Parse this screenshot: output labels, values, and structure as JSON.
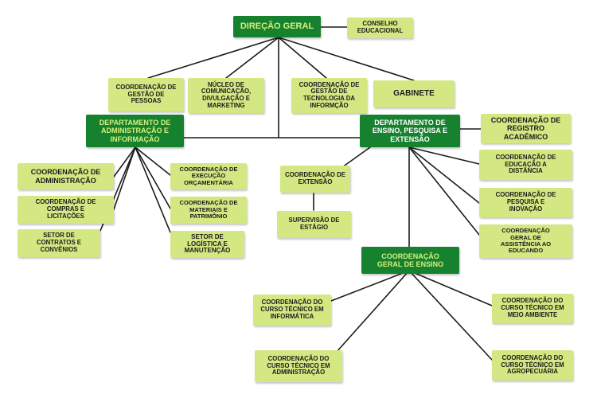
{
  "colors": {
    "dark_green": "#16812f",
    "light_green": "#d3e882",
    "connector": "#1b1b1b",
    "dark_text_yellow": "#d6f07a"
  },
  "nodes": {
    "direcao_geral": "DIREÇÃO GERAL",
    "conselho_educacional": "CONSELHO\nEDUCACIONAL",
    "coord_gestao_pessoas": "COORDENAÇÃO DE\nGESTÃO DE\nPESSOAS",
    "nucleo_comunicacao": "NÚCLEO DE\nCOMUNICAÇÃO,\nDIVULGAÇÃO E\nMARKETING",
    "coord_gestao_ti": "COORDENAÇÃO DE\nGESTÃO DE\nTECNOLOGIA DA\nINFORMÇÃO",
    "gabinete": "GABINETE",
    "dep_administracao": "DEPARTAMENTO DE\nADMINISTRAÇÃO E\nINFORMAÇÃO",
    "dep_ensino": "DEPARTAMENTO DE\nENSINO, PESQUISA E\nEXTENSÃO",
    "coord_registro_academico": "COORDENAÇÃO DE\nREGISTRO\nACADÊMICO",
    "coord_administracao": "COORDENAÇÃO DE\nADMINISTRAÇÃO",
    "coord_compras": "COORDENAÇÃO DE\nCOMPRAS E\nLICITAÇÕES",
    "setor_contratos": "SETOR DE\nCONTRATOS E\nCONVÊNIOS",
    "coord_execucao_orcamentaria": "COORDENAÇÃO DE\nEXECUÇÃO\nORÇAMENTÁRIA",
    "coord_materiais": "COORDENAÇÃO DE\nMATERIAIS E\nPATRIMÔNIO",
    "setor_logistica": "SETOR DE\nLOGÍSTICA E\nMANUTENÇÃO",
    "coord_extensao": "COORDENAÇÃO DE\nEXTENSÃO",
    "supervisao_estagio": "SUPERVISÃO DE\nESTÁGIO",
    "coord_educacao_distancia": "COORDENAÇÃO DE\nEDUCAÇÃO A\nDISTÂNCIA",
    "coord_pesquisa_inovacao": "COORDENAÇÃO DE\nPESQUISA E\nINOVAÇÃO",
    "coord_assistencia_educando": "COORDENAÇÃO\nGERAL DE\nASSISTÊNCIA AO\nEDUCANDO",
    "coord_geral_ensino": "COORDENAÇÃO\nGERAL DE ENSINO",
    "curso_informatica": "COORDENAÇÃO DO\nCURSO TÉCNICO EM\nINFORMÁTICA",
    "curso_meio_ambiente": "COORDENAÇÃO DO\nCURSO TÉCNICO EM\nMEIO AMBIENTE",
    "curso_administracao": "COORDENAÇÃO DO\nCURSO TÉCNICO EM\nADMINISTRAÇÃO",
    "curso_agropecuaria": "COORDENAÇÃO DO\nCURSO TÉCNICO EM\nAGROPECUÁRIA"
  }
}
